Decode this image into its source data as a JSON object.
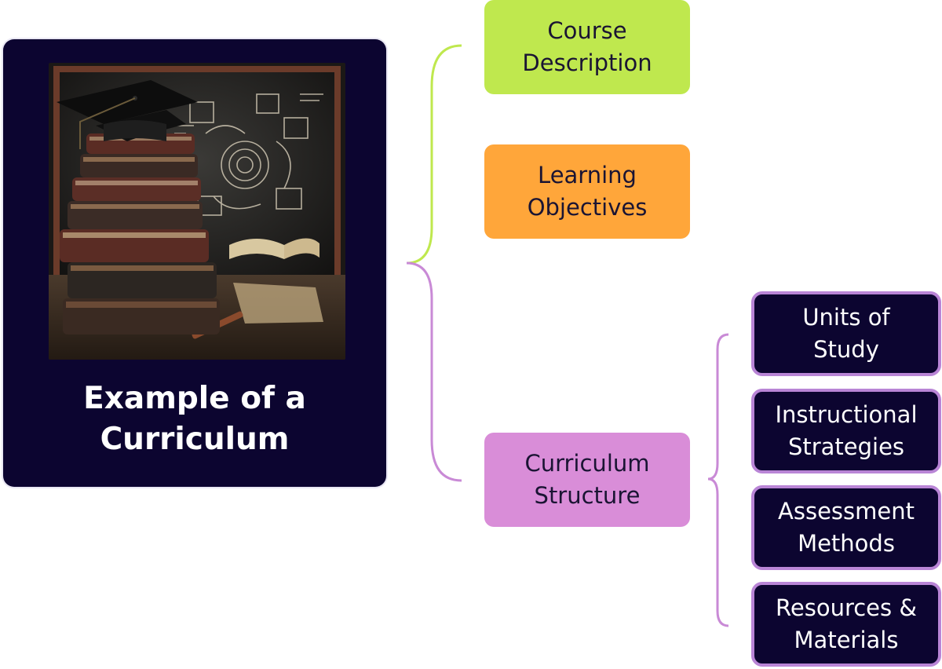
{
  "central": {
    "title": "Example of a Curriculum"
  },
  "branches": [
    {
      "label": "Course\nDescription",
      "color": "#bfe84e",
      "bracket_color": "#bfe84e"
    },
    {
      "label": "Learning\nObjectives",
      "color": "#ffa63a",
      "bracket_color": "#bfe84e"
    },
    {
      "label": "Curriculum\nStructure",
      "color": "#d98dd8",
      "bracket_color": "#c98ad6"
    }
  ],
  "sub_branches": [
    {
      "label": "Units of\nStudy"
    },
    {
      "label": "Instructional\nStrategies"
    },
    {
      "label": "Assessment\nMethods"
    },
    {
      "label": "Resources &\nMaterials"
    }
  ],
  "colors": {
    "dark_fill": "#0c0530",
    "sub_border": "#b985d6",
    "bracket_green": "#bfe84e",
    "bracket_purple": "#c98ad6"
  },
  "icons": {
    "illustration": "graduation-cap-books-chalkboard-illustration"
  }
}
